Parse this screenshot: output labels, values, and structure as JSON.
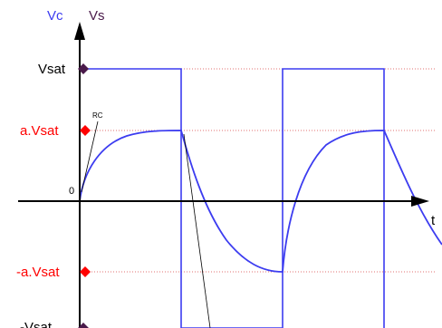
{
  "axes": {
    "y_label_1": "Vc",
    "y_label_2": "Vs",
    "x_label": "t",
    "origin_label": "0"
  },
  "levels": {
    "vsat": "Vsat",
    "a_vsat": "a.Vsat",
    "neg_a_vsat": "-a.Vsat",
    "neg_vsat": "-Vsat"
  },
  "annotations": {
    "rc": "RC"
  },
  "colors": {
    "curve": "#3c3cf0",
    "axis": "#000000",
    "vsat_marker": "#4a1a4a",
    "level_marker": "#ff0000",
    "dotted_guide": "#e07070",
    "label_red": "#ff0000",
    "label_blue": "#3c3cf0"
  }
}
